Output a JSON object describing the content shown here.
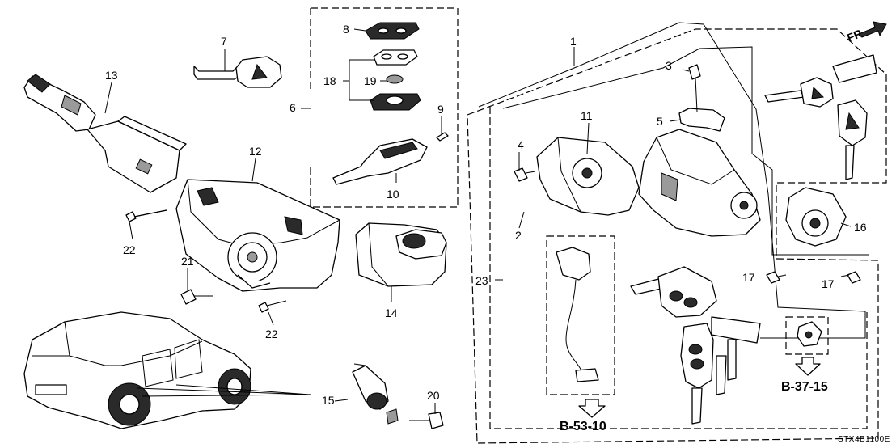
{
  "diagram": {
    "orientation_label": "FR.",
    "diagram_code": "STX4B1100E",
    "callouts": [
      "1",
      "2",
      "3",
      "4",
      "5",
      "6",
      "7",
      "8",
      "9",
      "10",
      "11",
      "12",
      "13",
      "14",
      "15",
      "16",
      "17",
      "17",
      "18",
      "19",
      "20",
      "21",
      "22",
      "22",
      "23"
    ],
    "references": [
      "B-53-10",
      "B-37-15"
    ]
  }
}
